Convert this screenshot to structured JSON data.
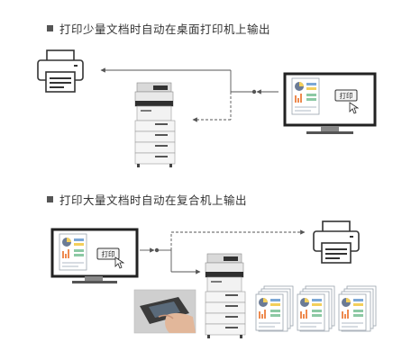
{
  "scenario_small": {
    "heading": "打印少量文档时自动在桌面打印机上输出",
    "print_button": "打印"
  },
  "scenario_large": {
    "heading": "打印大量文档时自动在复合机上输出",
    "print_button": "打印"
  },
  "colors": {
    "arrow": "#555555",
    "chart_blue": "#7ba7d6",
    "chart_yellow": "#f3cf5b",
    "chart_orange": "#ee8a4f",
    "chart_green": "#8cc9a4",
    "chart_gray": "#6b7b95"
  },
  "icons": [
    "bullet-square-icon",
    "desktop-printer-icon",
    "multifunction-copier-icon",
    "monitor-icon",
    "cursor-arrow-icon",
    "document-stack-icon",
    "hand-touchpanel-icon"
  ]
}
